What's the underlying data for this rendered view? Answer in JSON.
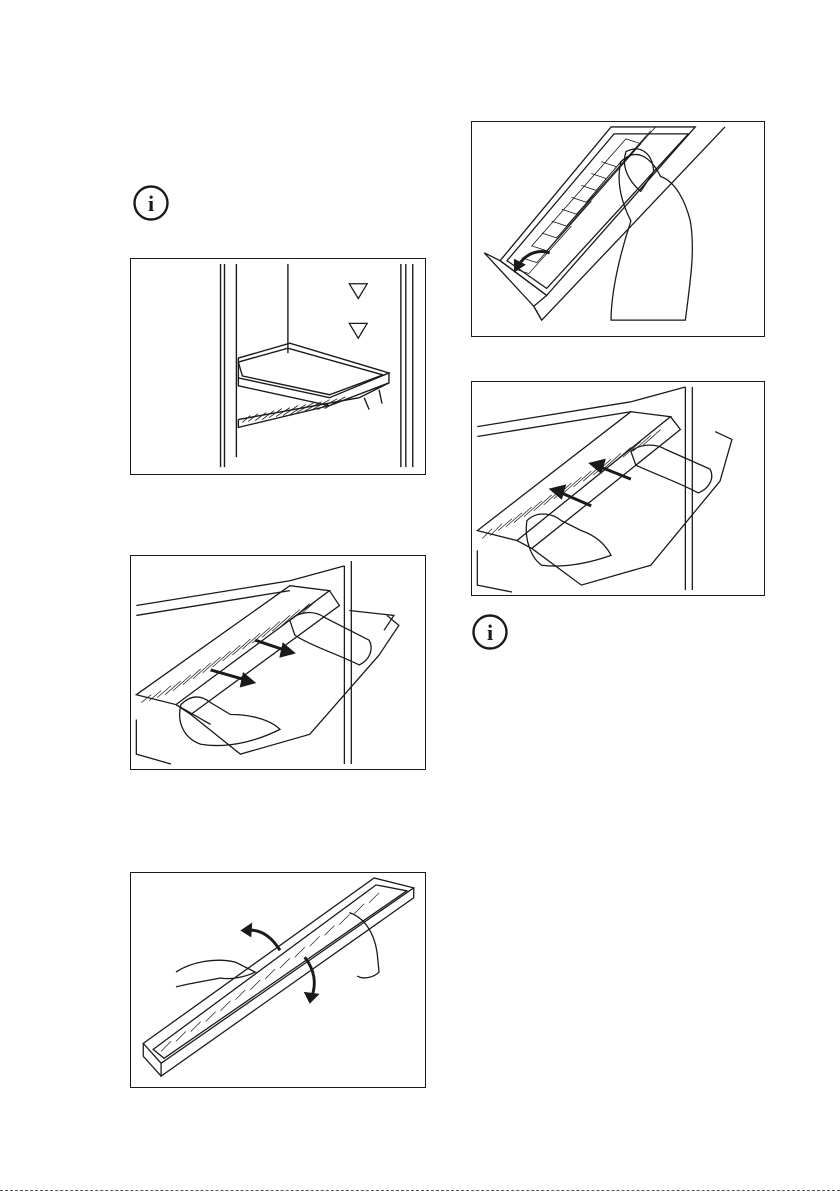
{
  "page": {
    "info_icon_glyph": "i",
    "figures": [
      {
        "id": "fig-shelf-airflow",
        "icon": "shelf-with-airflow-arrows"
      },
      {
        "id": "fig-remove-filter-cover",
        "icon": "hands-pull-filter-cover"
      },
      {
        "id": "fig-open-filter-cover",
        "icon": "hands-open-filter-cover"
      },
      {
        "id": "fig-insert-filter",
        "icon": "hand-insert-filter"
      },
      {
        "id": "fig-refit-filter-cover",
        "icon": "hands-push-filter-cover"
      }
    ]
  },
  "colors": {
    "ink": "#1a1a1a",
    "paper": "#ffffff"
  }
}
